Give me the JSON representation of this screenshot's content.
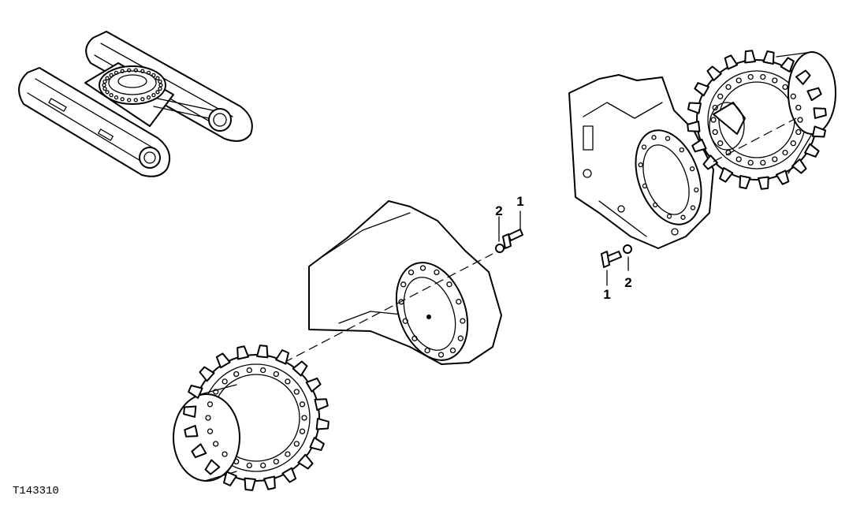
{
  "figure_id": "T143310",
  "callouts": {
    "center_bolt": "1",
    "center_washer": "2",
    "right_bolt": "1",
    "right_washer": "2"
  },
  "line_color": "#000000",
  "background": "#ffffff"
}
